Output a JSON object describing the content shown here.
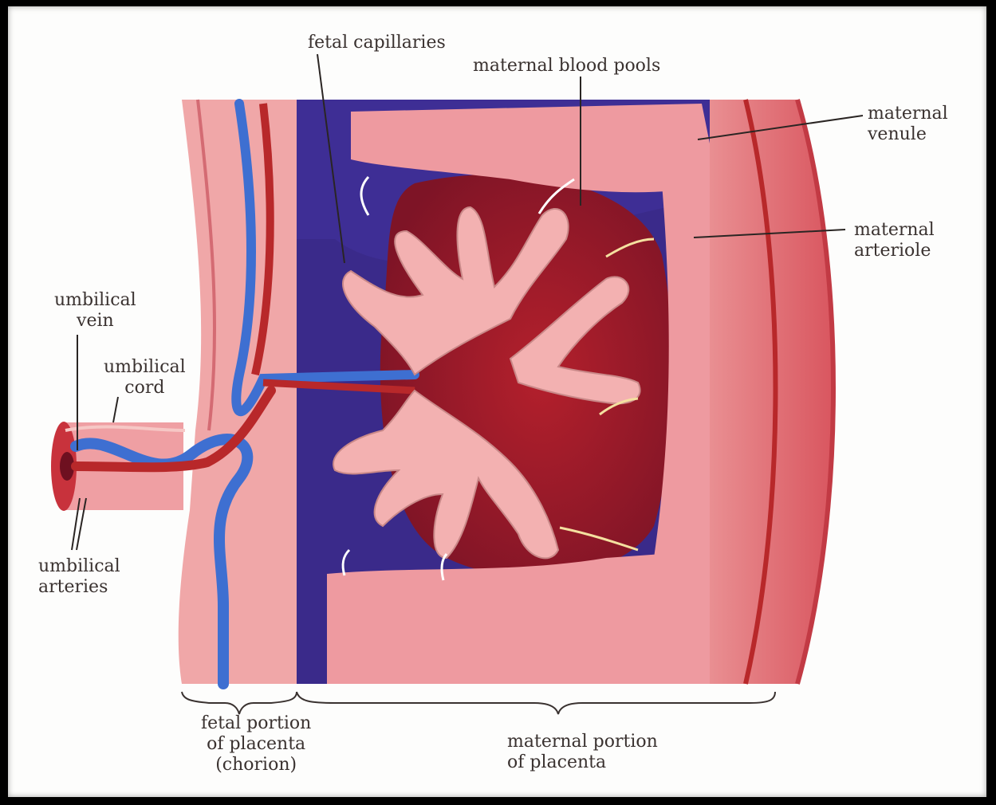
{
  "labels": {
    "fetal_capillaries": "fetal capillaries",
    "maternal_blood_pools": "maternal blood pools",
    "maternal_venule": [
      "maternal",
      "venule"
    ],
    "maternal_arteriole": [
      "maternal",
      "arteriole"
    ],
    "umbilical_vein": [
      "umbilical",
      "vein"
    ],
    "umbilical_cord": [
      "umbilical",
      "cord"
    ],
    "umbilical_arteries": [
      "umbilical",
      "arteries"
    ],
    "fetal_portion": [
      "fetal portion",
      "of placenta",
      "(chorion)"
    ],
    "maternal_portion": [
      "maternal portion",
      "of placenta"
    ]
  },
  "colors": {
    "artery": "#b8282a",
    "vein": "#3e6fd1",
    "maternal_pool": "#9e1f2a",
    "intervillous_space": "#3a2a8a",
    "tissue_pink": "#f0a7a8",
    "frame_bg": "#fdfdfc"
  }
}
